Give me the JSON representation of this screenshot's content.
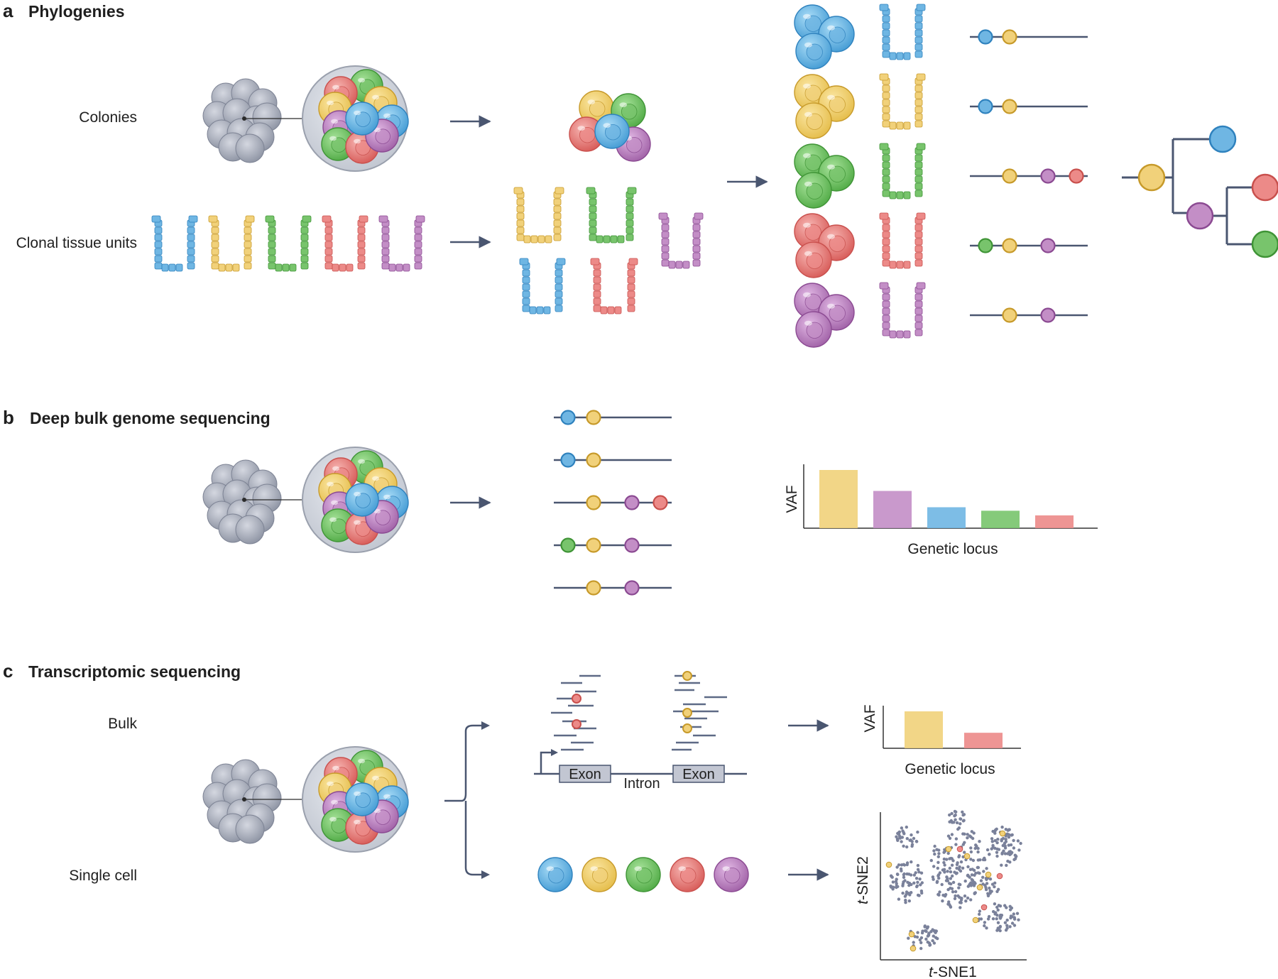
{
  "panels": {
    "a": {
      "letter": "a",
      "title": "Phylogenies",
      "row1_label": "Colonies",
      "row2_label": "Clonal tissue units"
    },
    "b": {
      "letter": "b",
      "title": "Deep bulk genome sequencing",
      "y_label": "VAF",
      "x_label": "Genetic locus"
    },
    "c": {
      "letter": "c",
      "title": "Transcriptomic sequencing",
      "row1_label": "Bulk",
      "row2_label": "Single cell",
      "exon1": "Exon",
      "exon2": "Exon",
      "intron": "Intron",
      "y_label": "VAF",
      "x_label": "Genetic locus",
      "tsne_y_prefix": "t",
      "tsne_y_suffix": "-SNE2",
      "tsne_x_prefix": "t",
      "tsne_x_suffix": "-SNE1"
    }
  },
  "colors": {
    "blue": "#6fb6e3",
    "yellow": "#f1d17a",
    "green": "#78c46c",
    "red": "#ec8a88",
    "purple": "#c38ec6",
    "navy": "#4a5670"
  },
  "chart_data": [
    {
      "type": "bar",
      "categories": [
        "yellow",
        "purple",
        "blue",
        "green",
        "red"
      ],
      "values": [
        1.0,
        0.64,
        0.36,
        0.3,
        0.22
      ],
      "ylabel": "VAF",
      "xlabel": "Genetic locus"
    },
    {
      "type": "bar",
      "categories": [
        "yellow",
        "red"
      ],
      "values": [
        1.0,
        0.42
      ],
      "ylabel": "VAF",
      "xlabel": "Genetic locus"
    }
  ]
}
